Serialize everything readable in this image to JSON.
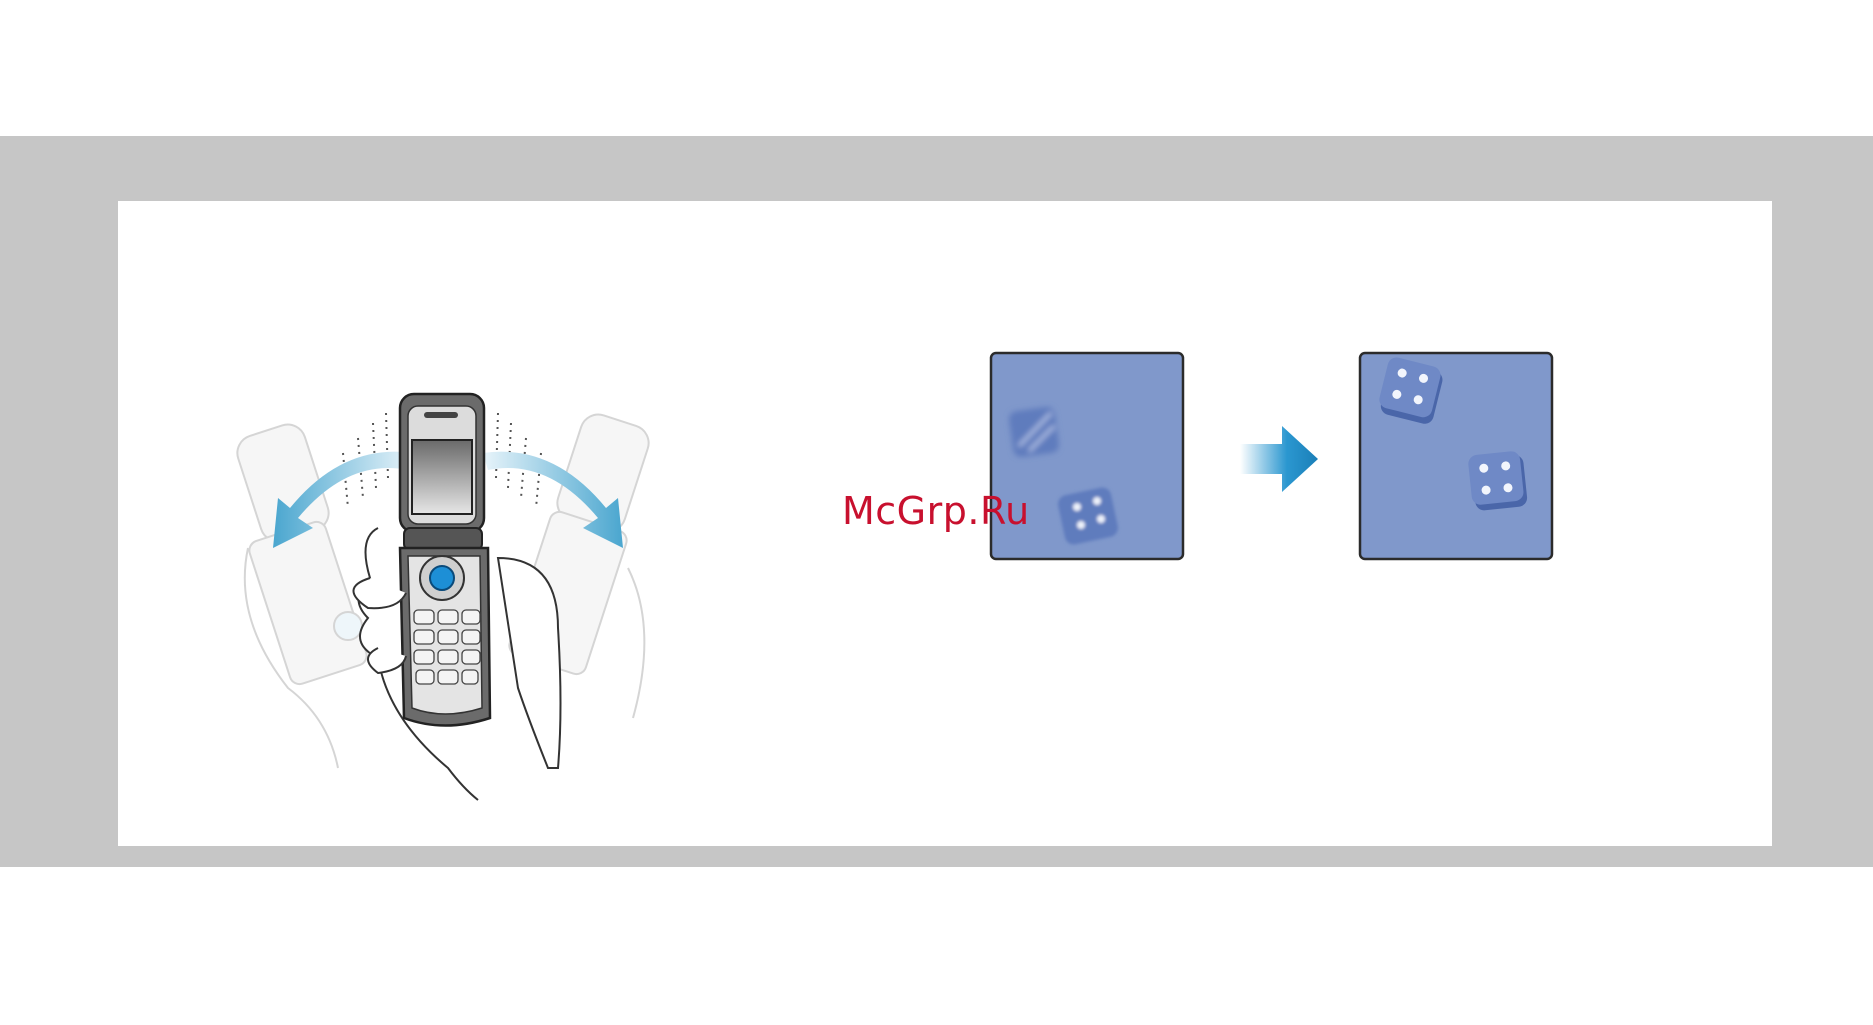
{
  "watermark": {
    "text": "McGrp.Ru"
  },
  "illustration": {
    "phone": "flip-phone-shake-icon",
    "transition": "arrow-right-icon",
    "before": "dice-blurred-icon",
    "after": "dice-settled-icon"
  },
  "dice_after": {
    "die_1_pips": 4,
    "die_2_pips": 4
  },
  "colors": {
    "band": "#c6c6c6",
    "panel": "#ffffff",
    "dice_board": "#8098cb",
    "motion_arrow": "#4aa6cf",
    "watermark": "#c8102e"
  }
}
